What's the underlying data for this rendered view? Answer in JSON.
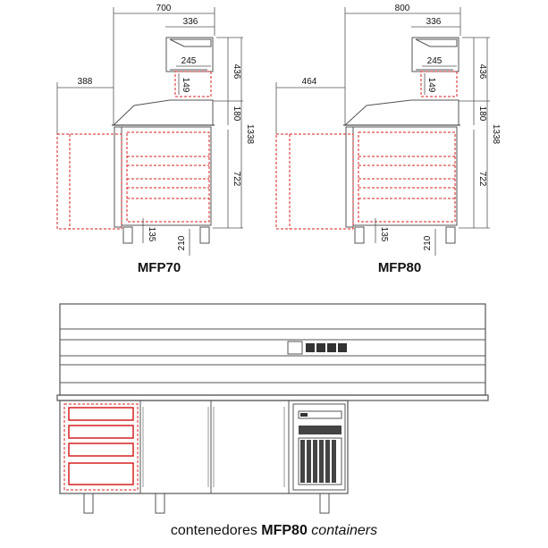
{
  "colors": {
    "line": "#555555",
    "dashed_red": "#d62020",
    "text": "#111111"
  },
  "mfp70": {
    "title": "MFP70",
    "dims": {
      "width": "700",
      "top": "336",
      "depth": "388",
      "pan_w": "245",
      "pan_h": "149",
      "glass_h": "436",
      "counter_h": "180",
      "total_h": "1338",
      "body_h": "722",
      "drawer": "135",
      "feet": "210"
    }
  },
  "mfp80": {
    "title": "MFP80",
    "dims": {
      "width": "800",
      "top": "336",
      "depth": "464",
      "pan_w": "245",
      "pan_h": "149",
      "glass_h": "436",
      "counter_h": "180",
      "total_h": "1338",
      "body_h": "722",
      "drawer": "135",
      "feet": "210"
    }
  },
  "caption": {
    "part1": "contenedores ",
    "part2": "MFP80",
    "part3": " containers"
  }
}
